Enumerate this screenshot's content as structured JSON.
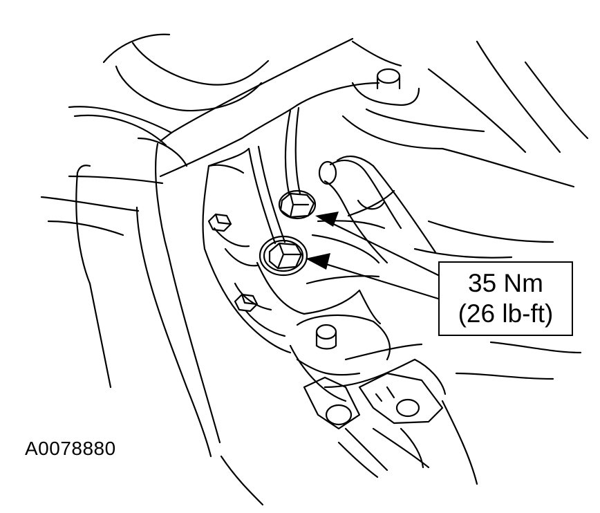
{
  "callout": {
    "torque_nm": "35 Nm",
    "torque_lbft": "(26 lb-ft)"
  },
  "figure_id": "A0078880",
  "colors": {
    "line": "#000000",
    "background": "#ffffff"
  }
}
